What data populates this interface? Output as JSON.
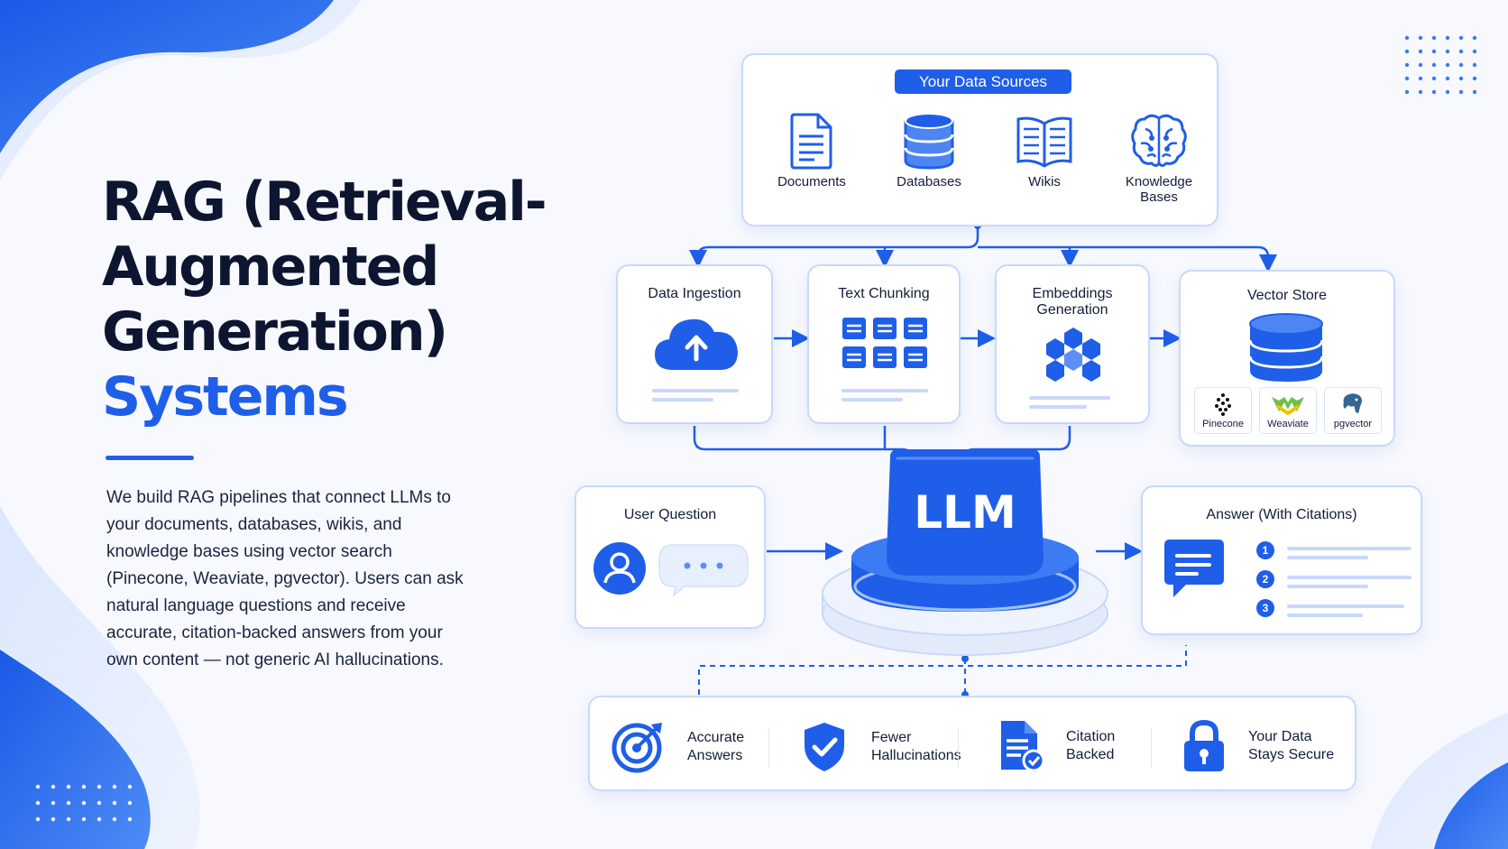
{
  "title": {
    "line1": "RAG (Retrieval-",
    "line2": "Augmented",
    "line3": "Generation)",
    "line4": "Systems"
  },
  "description_lines": [
    "We build RAG pipelines that connect LLMs to",
    "your documents, databases, wikis, and",
    "knowledge bases using vector search",
    "(Pinecone, Weaviate, pgvector). Users can ask",
    "natural language questions and receive",
    "accurate, citation-backed answers from your",
    "own content — not generic AI hallucinations."
  ],
  "data_sources": {
    "badge": "Your Data Sources",
    "items": [
      {
        "label": "Documents",
        "icon": "document-icon"
      },
      {
        "label": "Databases",
        "icon": "database-icon"
      },
      {
        "label": "Wikis",
        "icon": "book-icon"
      },
      {
        "label": "Knowledge Bases",
        "label_line1": "Knowledge",
        "label_line2": "Bases",
        "icon": "brain-icon"
      }
    ]
  },
  "pipeline": {
    "ingestion": {
      "title": "Data Ingestion",
      "icon": "cloud-upload-icon"
    },
    "chunking": {
      "title": "Text Chunking",
      "icon": "grid-blocks-icon"
    },
    "embeddings": {
      "title": "Embeddings Generation",
      "title_line1": "Embeddings",
      "title_line2": "Generation",
      "icon": "hexagon-cluster-icon"
    },
    "vector_store": {
      "title": "Vector Store",
      "icon": "database-icon",
      "logos": [
        {
          "label": "Pinecone",
          "icon": "pinecone-logo-icon"
        },
        {
          "label": "Weaviate",
          "icon": "weaviate-logo-icon"
        },
        {
          "label": "pgvector",
          "icon": "pgvector-logo-icon"
        }
      ]
    }
  },
  "user_question": {
    "title": "User Question",
    "icons": [
      "user-avatar-icon",
      "chat-bubble-icon"
    ]
  },
  "llm": {
    "label": "LLM"
  },
  "answer": {
    "title": "Answer (With Citations)",
    "citations": [
      "1",
      "2",
      "3"
    ],
    "icon": "message-icon"
  },
  "benefits": [
    {
      "line1": "Accurate",
      "line2": "Answers",
      "icon": "target-icon"
    },
    {
      "line1": "Fewer",
      "line2": "Hallucinations",
      "icon": "shield-check-icon"
    },
    {
      "line1": "Citation",
      "line2": "Backed",
      "icon": "document-check-icon"
    },
    {
      "line1": "Your Data",
      "line2": "Stays Secure",
      "icon": "padlock-icon"
    }
  ],
  "colors": {
    "accent": "#1f5ee8",
    "accent_light": "#5b8ff7",
    "card_border": "#c9d8fb",
    "text_dark": "#0d1530",
    "background": "#f7f9fe"
  }
}
